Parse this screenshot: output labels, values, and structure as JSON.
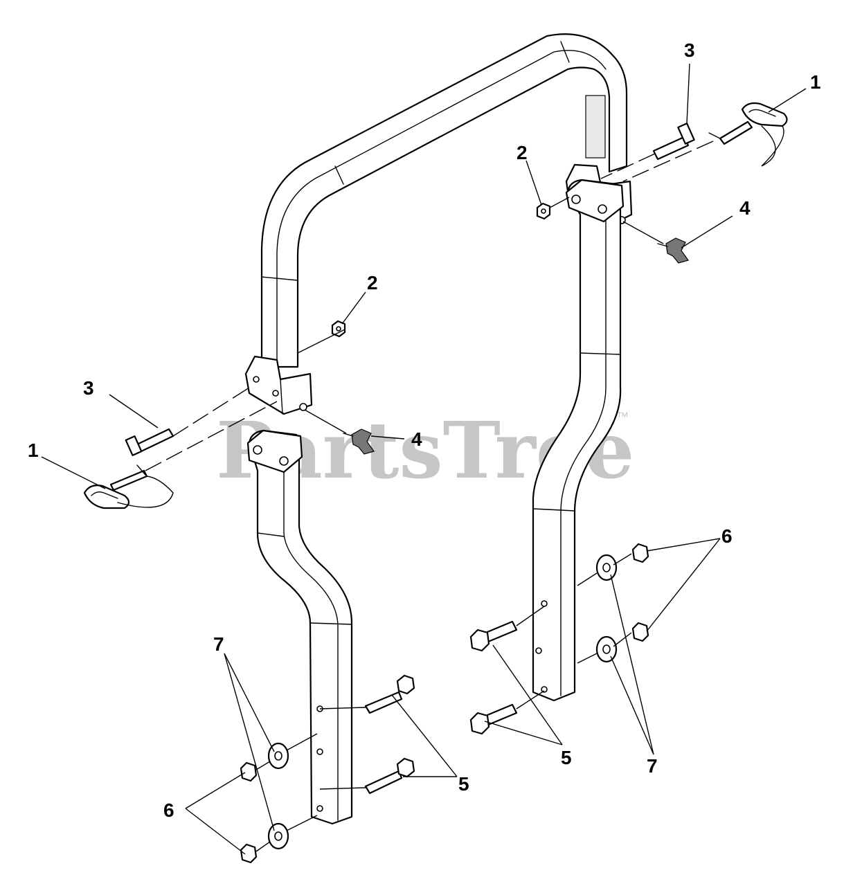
{
  "watermark": {
    "text": "PartsTree",
    "mark": "™"
  },
  "callouts": [
    {
      "id": "c1-top",
      "label": "1"
    },
    {
      "id": "c1-left",
      "label": "1"
    },
    {
      "id": "c2-top",
      "label": "2"
    },
    {
      "id": "c2-mid",
      "label": "2"
    },
    {
      "id": "c3-top",
      "label": "3"
    },
    {
      "id": "c3-left",
      "label": "3"
    },
    {
      "id": "c4-right",
      "label": "4"
    },
    {
      "id": "c4-mid",
      "label": "4"
    },
    {
      "id": "c5-right",
      "label": "5"
    },
    {
      "id": "c5-left",
      "label": "5"
    },
    {
      "id": "c6-right",
      "label": "6"
    },
    {
      "id": "c6-left",
      "label": "6"
    },
    {
      "id": "c7-right",
      "label": "7"
    },
    {
      "id": "c7-left",
      "label": "7"
    }
  ],
  "colors": {
    "line": "#000000",
    "watermark": "#c6c6c6",
    "background": "#ffffff"
  }
}
